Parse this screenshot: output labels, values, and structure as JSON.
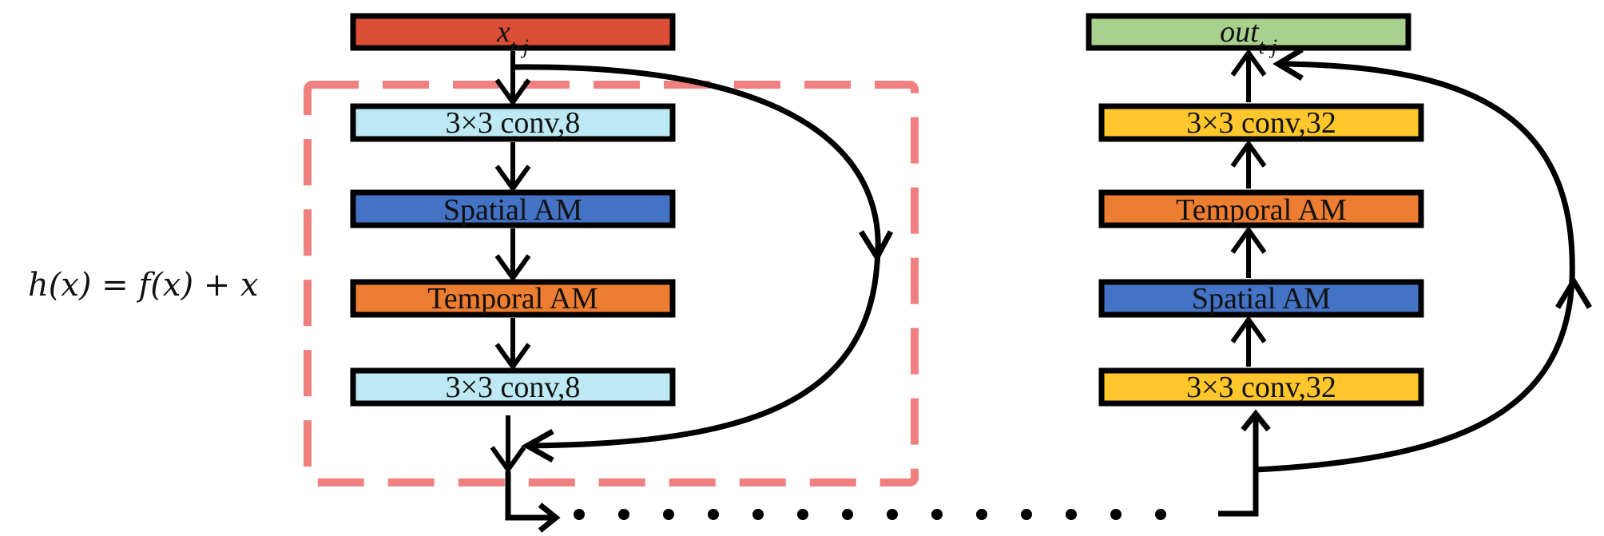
{
  "formula": "h(x) = f(x) + x",
  "colors": {
    "input": "#DB4E36",
    "output": "#A9D18E",
    "conv": "#BDE9F5",
    "spatial": "#4472C4",
    "temporal": "#ED7D31",
    "conv32": "#FFC72C",
    "residual_box": "#F08080",
    "stroke": "#000000"
  },
  "left_column": {
    "input": {
      "base": "x",
      "sub": "t-j"
    },
    "blocks": [
      {
        "label": "3×3 conv,8"
      },
      {
        "label": "Spatial AM"
      },
      {
        "label": "Temporal AM"
      },
      {
        "label": "3×3 conv,8"
      }
    ]
  },
  "right_column": {
    "output": {
      "base": "out",
      "sub": "t-j"
    },
    "blocks": [
      {
        "label": "3×3 conv,32"
      },
      {
        "label": "Temporal AM"
      },
      {
        "label": "Spatial AM"
      },
      {
        "label": "3×3 conv,32"
      }
    ]
  }
}
